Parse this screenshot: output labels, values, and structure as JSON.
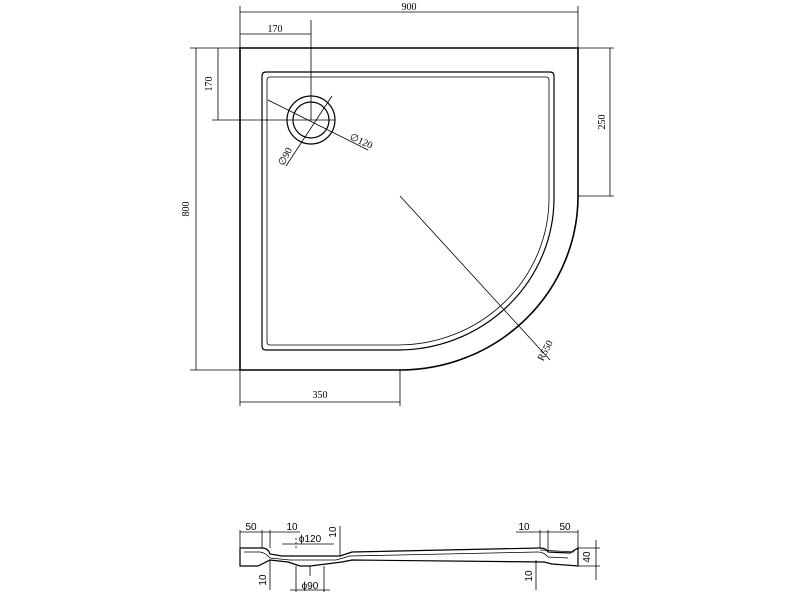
{
  "plan_view": {
    "dim_width": "900",
    "dim_height": "800",
    "dim_drain_x": "170",
    "dim_drain_y": "170",
    "dim_straight_side": "250",
    "dim_straight_bottom": "350",
    "dim_radius": "R550",
    "dim_drain_outer": "∅120",
    "dim_drain_inner": "∅90"
  },
  "section_view": {
    "dim_rim_left": "50",
    "dim_gap_left": "10",
    "dim_drain_outer": "ϕ120",
    "dim_drop_left": "10",
    "dim_depth_left": "10",
    "dim_drain_inner": "ϕ90",
    "dim_gap_right": "10",
    "dim_rim_right": "50",
    "dim_height": "40",
    "dim_depth_right": "10"
  }
}
